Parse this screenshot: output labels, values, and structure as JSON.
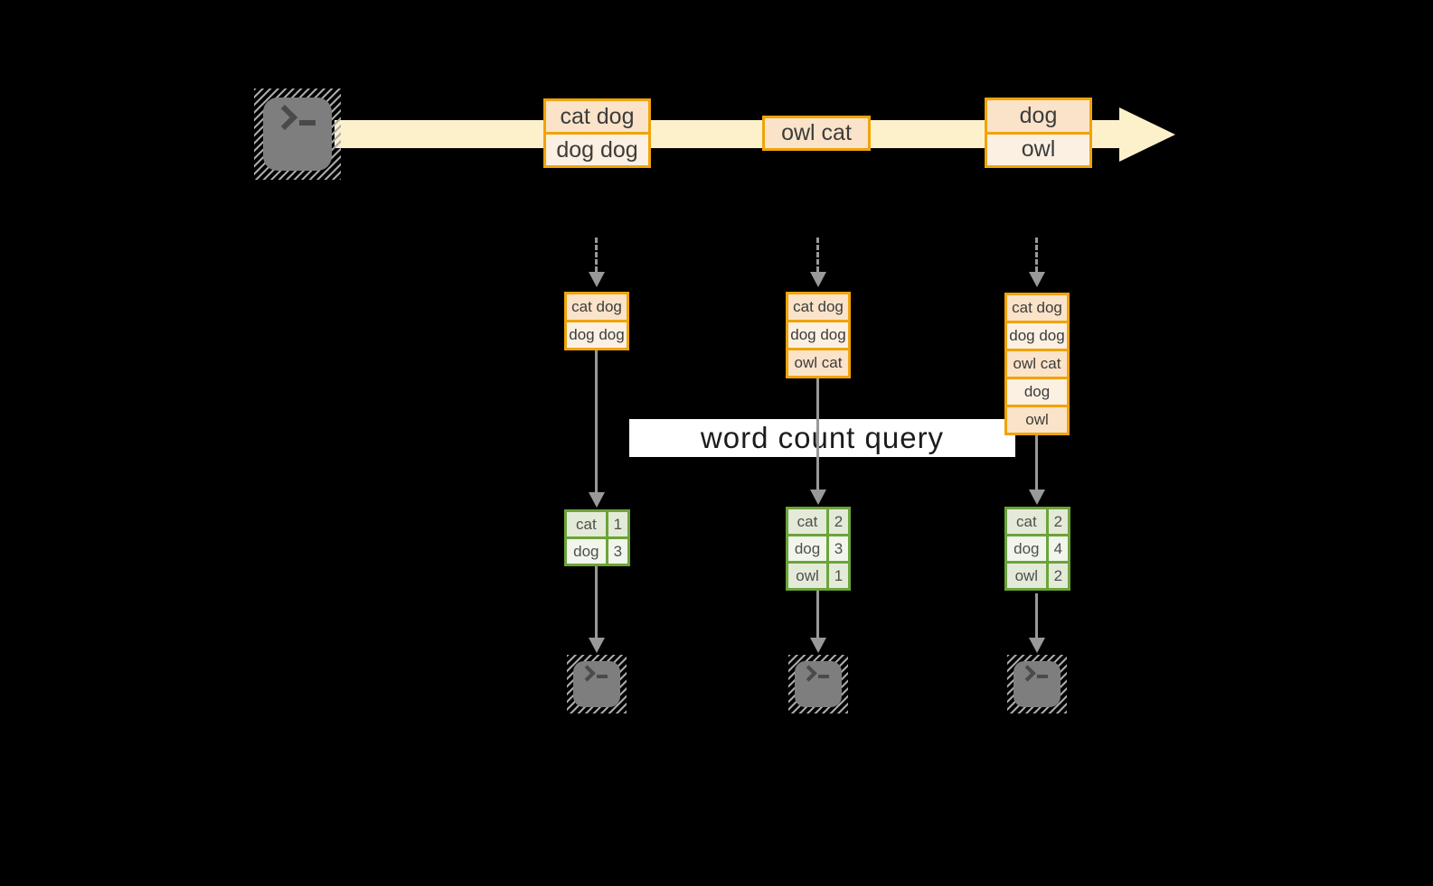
{
  "diagram": {
    "query_label": "word count query",
    "timeline_batches": [
      {
        "cells": [
          "cat dog",
          "dog dog"
        ]
      },
      {
        "cells": [
          "owl cat"
        ]
      },
      {
        "cells": [
          "dog",
          "owl"
        ]
      }
    ],
    "columns": [
      {
        "state_cells": [
          "cat dog",
          "dog dog"
        ],
        "counts": [
          {
            "word": "cat",
            "count": "1"
          },
          {
            "word": "dog",
            "count": "3"
          }
        ]
      },
      {
        "state_cells": [
          "cat dog",
          "dog dog",
          "owl cat"
        ],
        "counts": [
          {
            "word": "cat",
            "count": "2"
          },
          {
            "word": "dog",
            "count": "3"
          },
          {
            "word": "owl",
            "count": "1"
          }
        ]
      },
      {
        "state_cells": [
          "cat dog",
          "dog dog",
          "owl cat",
          "dog",
          "owl"
        ],
        "counts": [
          {
            "word": "cat",
            "count": "2"
          },
          {
            "word": "dog",
            "count": "4"
          },
          {
            "word": "owl",
            "count": "2"
          }
        ]
      }
    ],
    "colors": {
      "accent_orange": "#F0A30A",
      "cell_peach": "#FAE3C8",
      "cell_cream": "#FCF0E2",
      "timeline_band": "#FCF1CB",
      "accent_green": "#6BA43A",
      "count_cell_dark": "#E4EAD8",
      "count_cell_light": "#F2F5EB",
      "arrow_gray": "#999999",
      "terminal_gray": "#7E7E7E"
    }
  }
}
